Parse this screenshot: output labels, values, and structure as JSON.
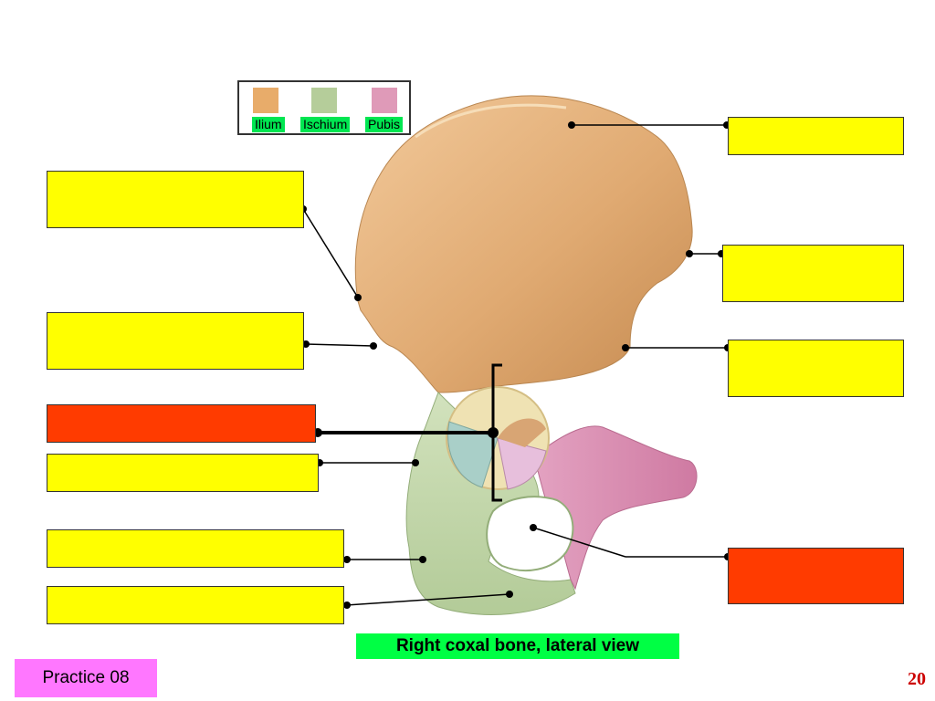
{
  "legend": {
    "items": [
      {
        "label": "Ilium",
        "swatch_color": "#e8ac6a",
        "label_bg": "#00e651"
      },
      {
        "label": "Ischium",
        "swatch_color": "#b5cd9a",
        "label_bg": "#00e651"
      },
      {
        "label": "Pubis",
        "swatch_color": "#df9ab8",
        "label_bg": "#00e651"
      }
    ]
  },
  "caption": {
    "text": "Right coxal bone, lateral view",
    "bg": "#00ff44"
  },
  "footer": {
    "practice_label": "Practice 08",
    "practice_bg": "#ff77ff",
    "page_number": "20",
    "page_color": "#cc0000"
  },
  "colors": {
    "answer_box": "#ffff00",
    "answer_box_highlight": "#ff3b00",
    "ilium": "#d9a36b",
    "ischium": "#c5d9ae",
    "pubis": "#d98aae",
    "acetabulum": "#a9cfc8"
  }
}
